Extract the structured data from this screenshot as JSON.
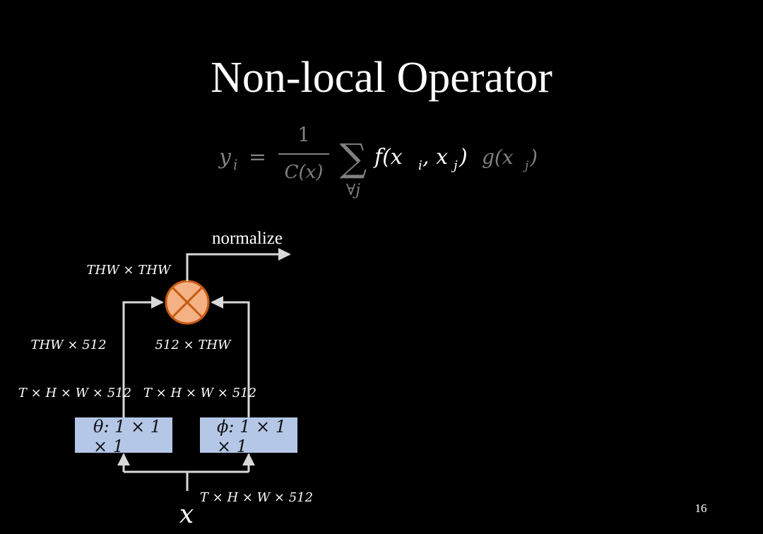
{
  "slide": {
    "title": "Non-local Operator",
    "page_number": "16"
  },
  "formula": {
    "lhs": "y",
    "lhs_sub": "i",
    "equals": "=",
    "frac_num": "1",
    "frac_den": "C(x)",
    "sum_symbol": "∑",
    "sum_sub": "∀j",
    "pairwise": "f(x",
    "pairwise_sub_i": "i",
    "pairwise_sep": ", x",
    "pairwise_sub_j": "j",
    "pairwise_close": ")",
    "unary": "g(x",
    "unary_sub": "j",
    "unary_close": ")"
  },
  "diagram": {
    "normalize_label": "normalize",
    "affinity_dims": "THW × THW",
    "left_branch_dims": "THW × 512",
    "right_branch_dims": "512 × THW",
    "left_input_dims": "T × H × W × 512",
    "right_input_dims": "T × H × W × 512",
    "theta_box": {
      "line1": "θ: 1 × 1",
      "line2": "× 1"
    },
    "phi_box": {
      "line1": "ϕ: 1 × 1",
      "line2": "× 1"
    },
    "input_dims": "T × H × W × 512",
    "input_label": "x",
    "colors": {
      "background": "#000000",
      "line": "#d9d9d9",
      "multiply_fill": "#f4b183",
      "multiply_stroke": "#c55a11",
      "conv_box_fill": "#b4c7e7",
      "formula_highlight": "#ffffff",
      "formula_dim": "#808080"
    },
    "icons": [
      "multiply-node-icon",
      "arrow-head-icon"
    ]
  }
}
